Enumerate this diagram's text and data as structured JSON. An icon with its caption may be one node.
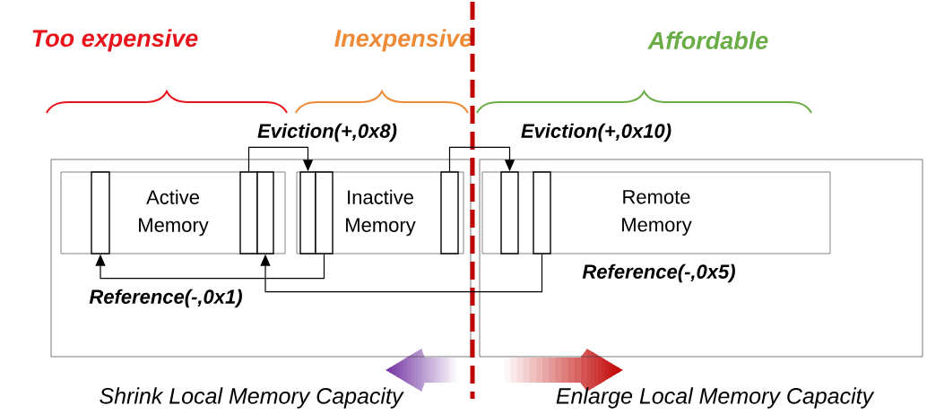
{
  "diagram": {
    "nodes": [
      {
        "text": [],
        "shape": "box"
      },
      {
        "text": [],
        "shape": "box"
      },
      {
        "text": [
          "Active Memory"
        ],
        "in": 0
      },
      {
        "text": [
          "Inactive Memory"
        ],
        "in": 0
      },
      {
        "text": [
          "Remote Memory"
        ],
        "in": 1
      },
      {
        "text": [],
        "shape": "bar",
        "in": 2
      },
      {
        "text": [],
        "shape": "bar",
        "in": 2
      },
      {
        "text": [],
        "shape": "bar",
        "in": 2
      },
      {
        "text": [],
        "shape": "bar",
        "in": 3
      },
      {
        "text": [],
        "shape": "bar",
        "in": 3
      },
      {
        "text": [],
        "shape": "bar",
        "in": 3
      },
      {
        "text": [],
        "shape": "bar",
        "in": 4
      },
      {
        "text": [],
        "shape": "bar",
        "in": 4
      }
    ],
    "edges": [
      {
        "from": 6,
        "to": 8,
        "arrow": "to",
        "label": "Eviction(+,0x8)"
      },
      {
        "from": 10,
        "to": 11,
        "arrow": "to",
        "label": "Eviction(+,0x10)"
      },
      {
        "from": 9,
        "to": 5,
        "arrow": "to",
        "label": "Reference(-,0x1)"
      },
      {
        "from": 12,
        "to": 7,
        "arrow": "to",
        "label": "Reference(-,0x5)"
      }
    ],
    "labels": [
      "Too expensive",
      "Inexpensive",
      "Affordable",
      "Shrink Local Memory Capacity",
      "Enlarge Local Memory Capacity"
    ]
  }
}
